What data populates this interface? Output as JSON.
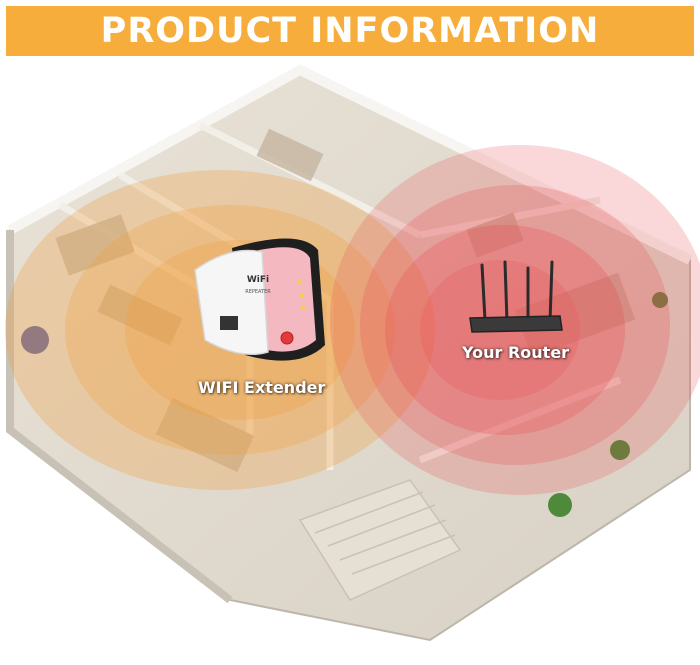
{
  "banner": {
    "title": "PRODUCT INFORMATION",
    "color": "#f6ad3c"
  },
  "scene": {
    "description_icon": "house-floorplan-illustration",
    "extender_signal_color": "#f0a040",
    "router_signal_color": "#e8474f"
  },
  "labels": {
    "extender": "WIFI Extender",
    "router": "Your Router"
  },
  "device": {
    "brand_text": "WiFi",
    "model_text": "REPEATER"
  }
}
